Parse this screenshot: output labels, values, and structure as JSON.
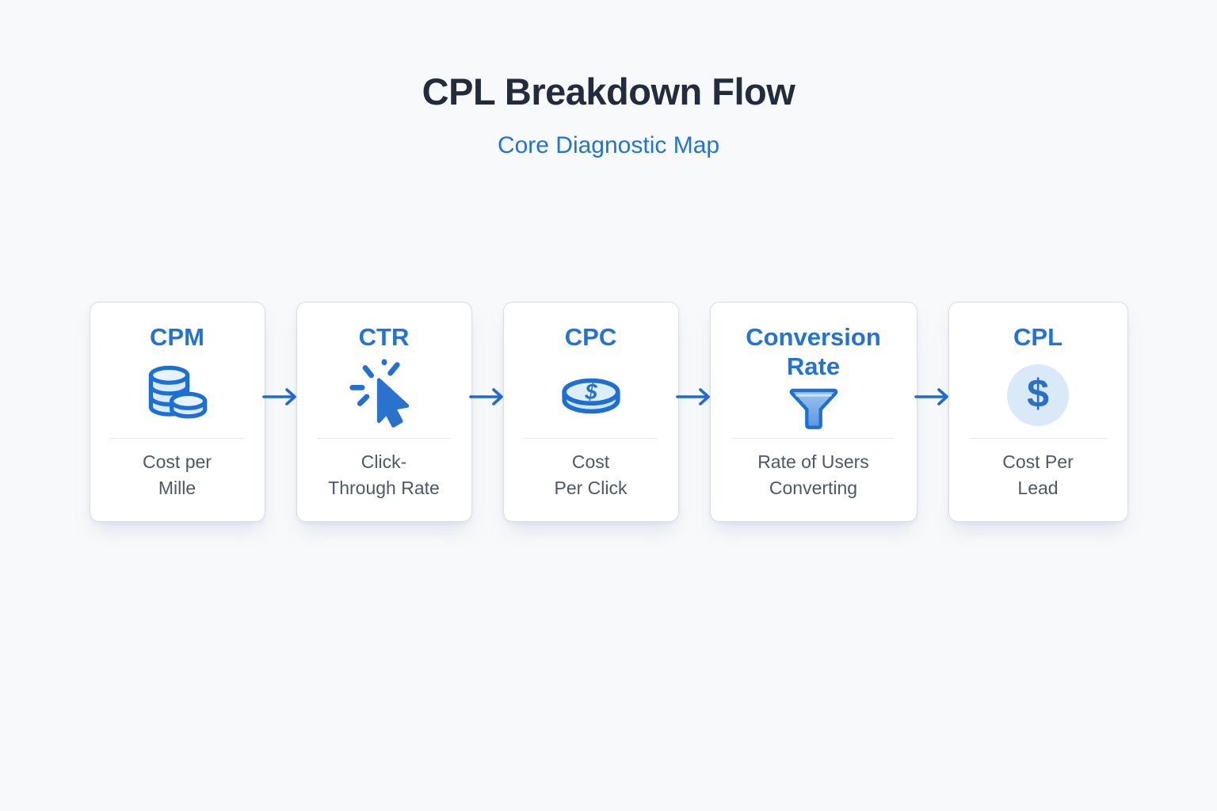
{
  "header": {
    "title": "CPL Breakdown Flow",
    "subtitle": "Core Diagnostic Map"
  },
  "flow": {
    "cards": [
      {
        "key": "cpm",
        "title": "CPM",
        "icon": "coins-stack-icon",
        "desc_line1": "Cost per",
        "desc_line2": "Mille"
      },
      {
        "key": "ctr",
        "title": "CTR",
        "icon": "cursor-click-icon",
        "desc_line1": "Click-",
        "desc_line2": "Through Rate"
      },
      {
        "key": "cpc",
        "title": "CPC",
        "icon": "dollar-coin-icon",
        "desc_line1": "Cost",
        "desc_line2": "Per Click"
      },
      {
        "key": "conversion-rate",
        "title": "Conversion Rate",
        "icon": "funnel-icon",
        "desc_line1": "Rate of Users",
        "desc_line2": "Converting"
      },
      {
        "key": "cpl",
        "title": "CPL",
        "icon": "dollar-circle-icon",
        "desc_line1": "Cost Per",
        "desc_line2": "Lead"
      }
    ],
    "connector": "arrow-right-icon"
  },
  "icons": {
    "dollar_glyph": "$"
  },
  "colors": {
    "accent_blue": "#2273d4",
    "heading_dark": "#222c3c",
    "subtitle_blue": "#2273d6",
    "description_gray": "#4e5765",
    "icon_stroke_blue": "#1d6fd1",
    "icon_fill_light": "#d8eafb",
    "arrow_blue": "#1f6bd0",
    "card_border": "#d8dfe9",
    "divider_gray": "#e4e8ee",
    "page_background": "#f8f9fa"
  }
}
